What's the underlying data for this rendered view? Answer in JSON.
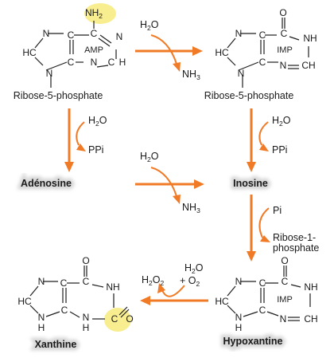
{
  "colors": {
    "arrow": "#f07a26",
    "highlight": "#f8ee90",
    "label_glow": "#d7d7d7",
    "bond": "#1e1e1e"
  },
  "amp": {
    "nh2": "NH",
    "nh2_sub": "2",
    "label": "AMP",
    "ribose": "Ribose-5-phosphate",
    "atoms": {
      "n7": "N",
      "c5": "C",
      "c6": "C",
      "n1": "N",
      "c8": "HC",
      "c4": "C",
      "c2": "C",
      "n9": "N",
      "n3": "N",
      "h2": "H"
    }
  },
  "imp_top": {
    "o": "O",
    "nh": "NH",
    "label": "IMP",
    "ribose": "Ribose-5-phosphate",
    "atoms": {
      "n7": "N",
      "c5": "C",
      "c6": "C",
      "c8": "HC",
      "c4": "C",
      "n9": "N",
      "n3": "N",
      "c2": "CH"
    }
  },
  "step_amp_to_imp": {
    "reagent": "H",
    "reagent_sub": "2",
    "reagent_tail": "O",
    "product": "NH",
    "product_sub": "3"
  },
  "step_amp_to_adenosine": {
    "reagent": "H",
    "reagent_sub": "2",
    "reagent_tail": "O",
    "product": "PPi"
  },
  "step_imp_to_inosine": {
    "reagent": "H",
    "reagent_sub": "2",
    "reagent_tail": "O",
    "product": "PPi"
  },
  "adenosine": {
    "label": "Adénosine"
  },
  "inosine": {
    "label": "Inosine"
  },
  "step_adenosine_to_inosine": {
    "reagent": "H",
    "reagent_sub": "2",
    "reagent_tail": "O",
    "product": "NH",
    "product_sub": "3"
  },
  "step_inosine_to_hypoxantine": {
    "reagent": "Pi",
    "product_line1": "Ribose-1-",
    "product_line2": "phosphate"
  },
  "step_hypoxantine_to_xanthine": {
    "reagent_top": "H",
    "reagent_top_sub": "2",
    "reagent_top_tail": "O",
    "reagent_plus": "+ O",
    "reagent_plus_sub": "2",
    "product": "H",
    "product_sub": "2",
    "product_mid": "O",
    "product_sub2": "2"
  },
  "xanthine": {
    "label": "Xanthine",
    "atoms": {
      "o": "O",
      "n7": "N",
      "c5": "C",
      "c6": "C",
      "nh1": "NH",
      "c8": "HC",
      "c4": "C",
      "n9h": "N",
      "n9_h": "H",
      "n3h": "N",
      "n3_h": "H",
      "c2": "C",
      "o2": "O"
    }
  },
  "hypoxantine": {
    "label": "Hypoxantine",
    "mol_label": "IMP",
    "atoms": {
      "o": "O",
      "n7": "N",
      "c5": "C",
      "c6": "C",
      "nh1": "NH",
      "c8": "HC",
      "c4": "C",
      "n9h": "N",
      "n9_h": "H",
      "n3": "N",
      "c2": "CH"
    }
  }
}
